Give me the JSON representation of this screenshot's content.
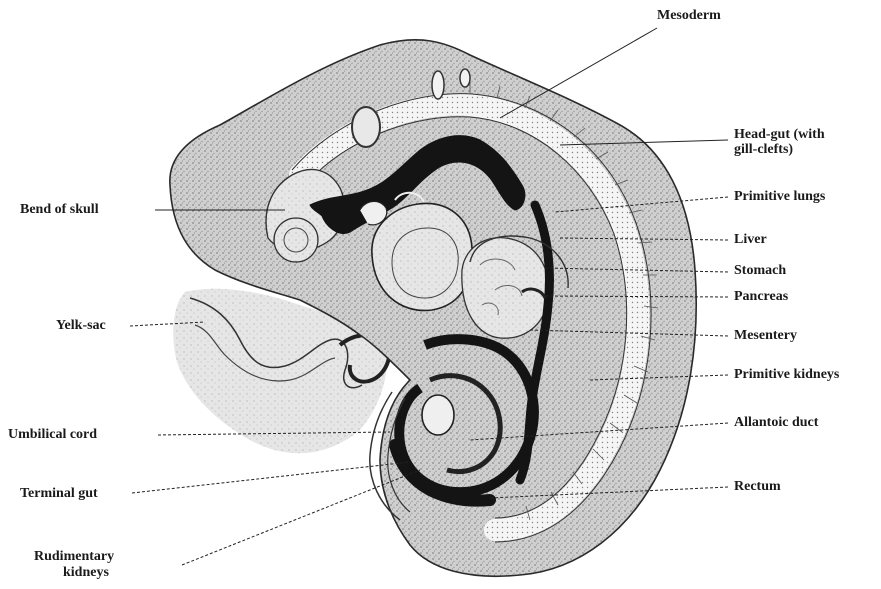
{
  "diagram": {
    "labels": {
      "mesoderm": "Mesoderm",
      "head_gut_line1": "Head-gut (with",
      "head_gut_line2": "gill-clefts)",
      "primitive_lungs": "Primitive lungs",
      "liver": "Liver",
      "stomach": "Stomach",
      "pancreas": "Pancreas",
      "mesentery": "Mesentery",
      "primitive_kidneys": "Primitive kidneys",
      "allantoic_duct": "Allantoic duct",
      "rectum": "Rectum",
      "bend_of_skull": "Bend of skull",
      "yelk_sac": "Yelk-sac",
      "umbilical_cord": "Umbilical cord",
      "terminal_gut": "Terminal gut",
      "rudimentary_kidneys_line1": "Rudimentary",
      "rudimentary_kidneys_line2": "kidneys"
    },
    "colors": {
      "ink": "#1a1a1a",
      "tissue": "#c9c9c9",
      "tissue_light": "#e4e4e4",
      "gut_dark": "#141414",
      "background": "#ffffff"
    }
  }
}
